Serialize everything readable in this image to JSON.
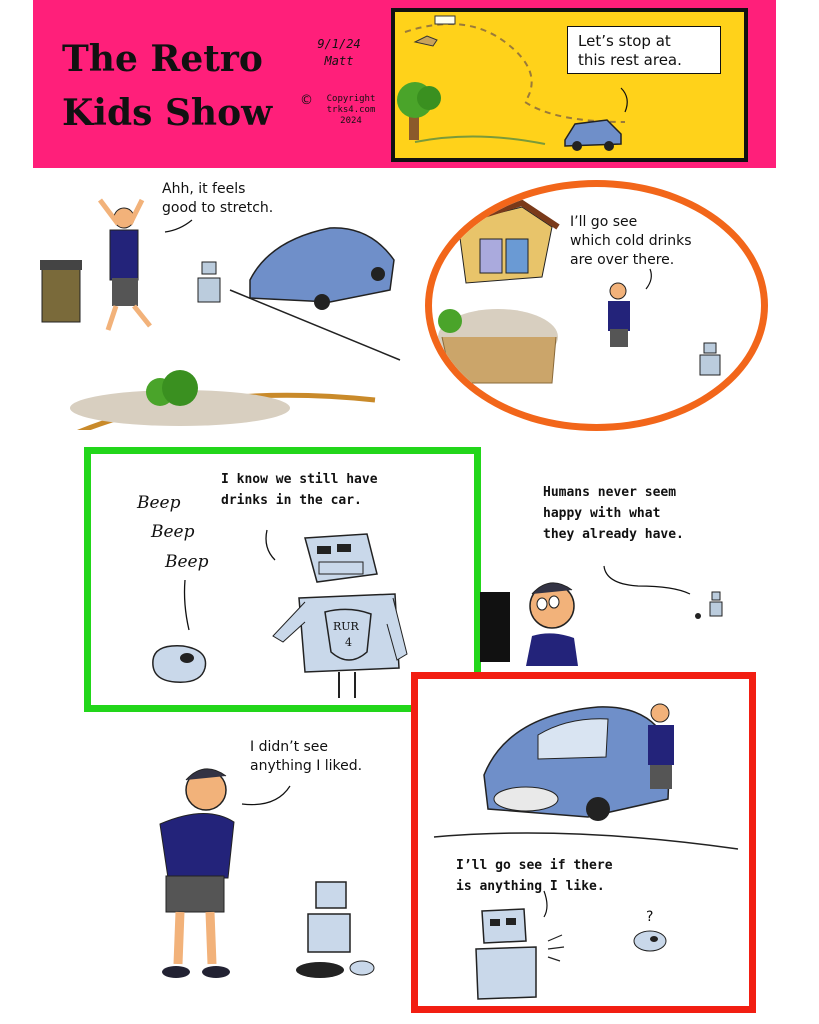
{
  "header": {
    "show_title_line1": "The Retro",
    "show_title_line2": "Kids Show",
    "date": "9/1/24",
    "author": "Matt",
    "copyright_symbol": "©",
    "copyright_line1": "Copyright",
    "copyright_line2": "trks4.com",
    "copyright_line3": "2024"
  },
  "panel1": {
    "caption_line1": "Let’s stop at",
    "caption_line2": "this rest area."
  },
  "panel2": {
    "speech_line1": "Ahh, it feels",
    "speech_line2": "good to stretch."
  },
  "panel3": {
    "speech_line1": "I’ll go see",
    "speech_line2": "which cold drinks",
    "speech_line3": "are over there."
  },
  "panel4": {
    "speech_line1": "I know we still have",
    "speech_line2": "drinks in the car.",
    "beep1": "Beep",
    "beep2": "Beep",
    "beep3": "Beep",
    "shield_text": "RUR",
    "shield_num": "4"
  },
  "panel5": {
    "thought_line1": "Humans never seem",
    "thought_line2": "happy with what",
    "thought_line3": "they already have."
  },
  "panel6": {
    "speech_line1": "I didn’t see",
    "speech_line2": "anything I liked."
  },
  "panel7": {
    "speech_line1": "I’ll go see if there",
    "speech_line2": "is anything I like.",
    "question": "?"
  },
  "colors": {
    "header_pink": "#ff1f7a",
    "panel1_yellow": "#ffd21a",
    "green_border": "#22d61a",
    "orange_border": "#f2661a",
    "red_border": "#f21e12",
    "car_blue": "#6f8fc9",
    "shirt_navy": "#23237a"
  }
}
